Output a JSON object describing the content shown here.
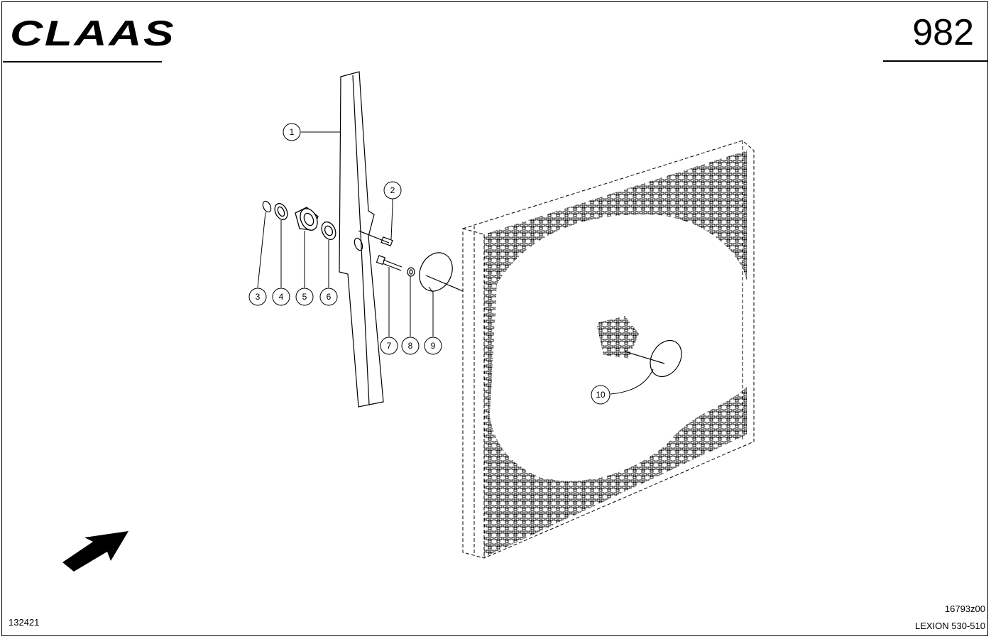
{
  "header": {
    "brand_logo": "CLAAS",
    "page_number": "982"
  },
  "footer": {
    "figure_id": "132421",
    "drawing_code": "16793z00",
    "model": "LEXION 530-510"
  },
  "callouts": [
    "1",
    "2",
    "3",
    "4",
    "5",
    "6",
    "7",
    "8",
    "9",
    "10"
  ],
  "icons": [
    "direction-arrow-icon"
  ]
}
